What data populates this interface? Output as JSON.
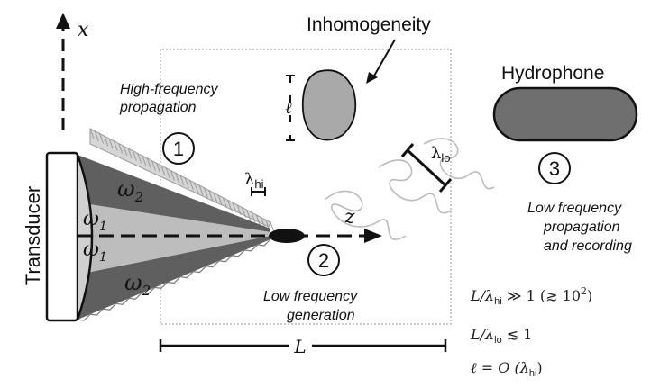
{
  "axes": {
    "x_label": "x",
    "z_label": "z"
  },
  "transducer": {
    "label": "Transducer"
  },
  "beam": {
    "outer_label_top": "ω",
    "outer_sub_top": "2",
    "inner_label_top": "ω",
    "inner_sub_top": "1",
    "inner_label_bottom": "ω",
    "inner_sub_bottom": "1",
    "outer_label_bottom": "ω",
    "outer_sub_bottom": "2"
  },
  "steps": {
    "step1": {
      "number": "1",
      "line1": "High-frequency",
      "line2": "propagation"
    },
    "step2": {
      "number": "2",
      "line1": "Low frequency",
      "line2": "generation"
    },
    "step3": {
      "number": "3",
      "line1": "Low frequency",
      "line2": "propagation",
      "line3": "and recording"
    }
  },
  "inhomogeneity": {
    "title": "Inhomogeneity",
    "size_label": "ℓ"
  },
  "hydrophone": {
    "label": "Hydrophone"
  },
  "wavelengths": {
    "hi_symbol": "λ",
    "hi_sub": "hi",
    "lo_symbol": "λ",
    "lo_sub": "lo"
  },
  "length": {
    "label": "L"
  },
  "relations": {
    "r1_main": "L/λ",
    "r1_sub": "hi",
    "r1_rest": " ≫ 1 (≳ 10",
    "r1_sup": "2",
    "r1_end": ")",
    "r2_main": "L/λ",
    "r2_sub": "lo",
    "r2_rest": " ≲ 1",
    "r3_main": "ℓ = O (λ",
    "r3_sub": "hi",
    "r3_end": ")"
  },
  "colors": {
    "outer_beam": "#5f5f5f",
    "inner_beam": "#bdbdbd",
    "hydrophone_fill": "#6f6f6f",
    "inhomogeneity_fill": "#a9a9a9",
    "hatch": "#9a9a9a"
  }
}
